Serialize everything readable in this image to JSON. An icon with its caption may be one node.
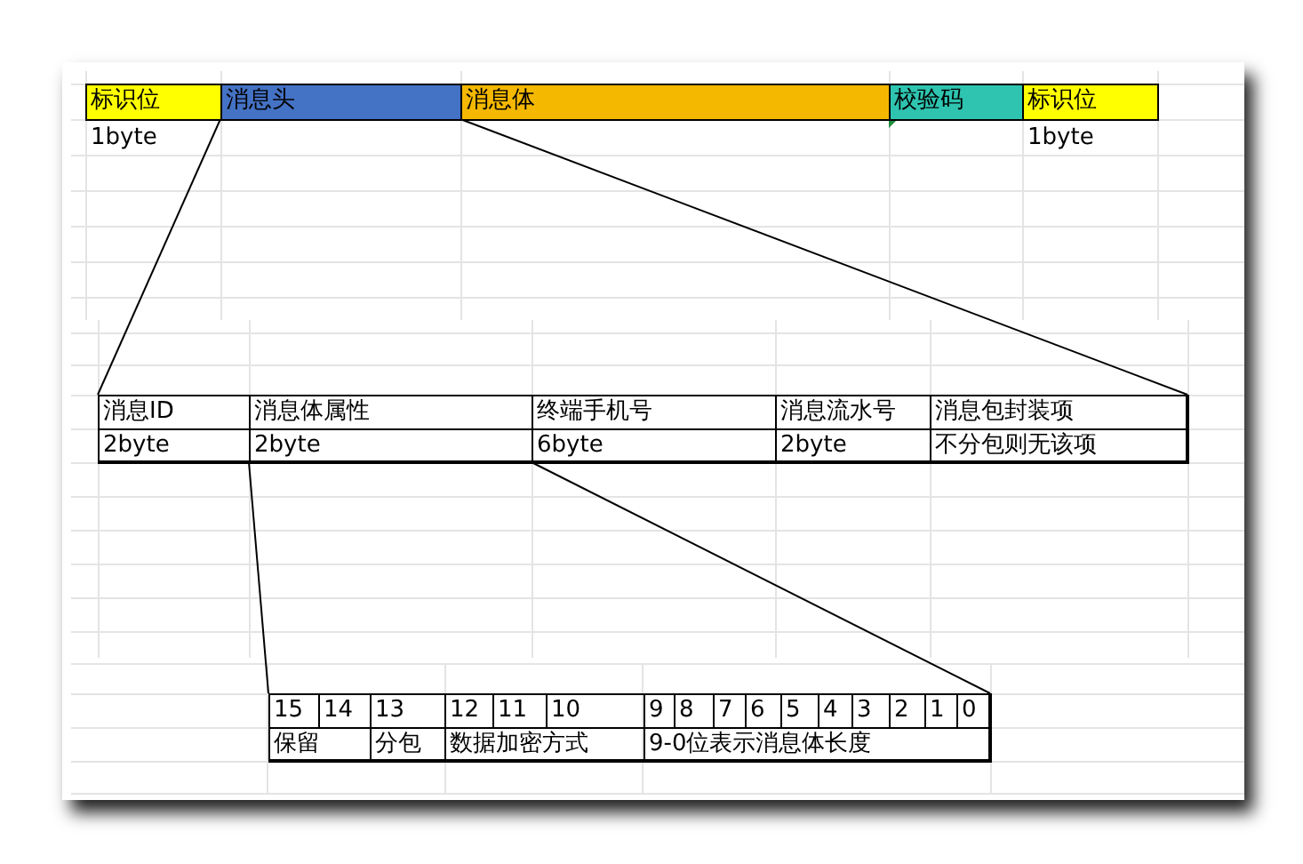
{
  "diagram": {
    "nodes": [
      {
        "text": [
          "标识位"
        ],
        "beside": [
          "1byte"
        ]
      },
      {
        "text": [
          "消息头"
        ]
      },
      {
        "text": [
          "消息体"
        ]
      },
      {
        "text": [
          "校验码"
        ]
      },
      {
        "text": [
          "标识位"
        ],
        "beside": [
          "1byte"
        ]
      },
      {
        "text": [],
        "shape": "box"
      },
      {
        "text": [
          "消息ID",
          "2byte"
        ],
        "in": 5
      },
      {
        "text": [
          "消息体属性",
          "2byte"
        ],
        "in": 5
      },
      {
        "text": [
          "终端手机号",
          "6byte"
        ],
        "in": 5
      },
      {
        "text": [
          "消息流水号",
          "2byte"
        ],
        "in": 5
      },
      {
        "text": [
          "消息包封装项",
          "不分包则无该项"
        ],
        "in": 5
      },
      {
        "text": [],
        "shape": "box"
      },
      {
        "text": [
          "15"
        ],
        "in": 11
      },
      {
        "text": [
          "14"
        ],
        "in": 11
      },
      {
        "text": [
          "13"
        ],
        "in": 11
      },
      {
        "text": [
          "12"
        ],
        "in": 11
      },
      {
        "text": [
          "11"
        ],
        "in": 11
      },
      {
        "text": [
          "10"
        ],
        "in": 11
      },
      {
        "text": [
          "9"
        ],
        "in": 11
      },
      {
        "text": [
          "8"
        ],
        "in": 11
      },
      {
        "text": [
          "7"
        ],
        "in": 11
      },
      {
        "text": [
          "6"
        ],
        "in": 11
      },
      {
        "text": [
          "5"
        ],
        "in": 11
      },
      {
        "text": [
          "4"
        ],
        "in": 11
      },
      {
        "text": [
          "3"
        ],
        "in": 11
      },
      {
        "text": [
          "2"
        ],
        "in": 11
      },
      {
        "text": [
          "1"
        ],
        "in": 11
      },
      {
        "text": [
          "0"
        ],
        "in": 11
      },
      {
        "text": [
          "保留"
        ],
        "in": 11
      },
      {
        "text": [
          "分包"
        ],
        "in": 11
      },
      {
        "text": [
          "数据加密方式"
        ],
        "in": 11
      },
      {
        "text": [
          "9-0位表示消息体长度"
        ],
        "in": 11
      }
    ],
    "edges": [
      {
        "from": 1,
        "to": 5,
        "arrow": "none"
      },
      {
        "from": 1,
        "to": 5,
        "arrow": "none"
      },
      {
        "from": 7,
        "to": 11,
        "arrow": "none"
      },
      {
        "from": 7,
        "to": 11,
        "arrow": "none"
      }
    ]
  }
}
